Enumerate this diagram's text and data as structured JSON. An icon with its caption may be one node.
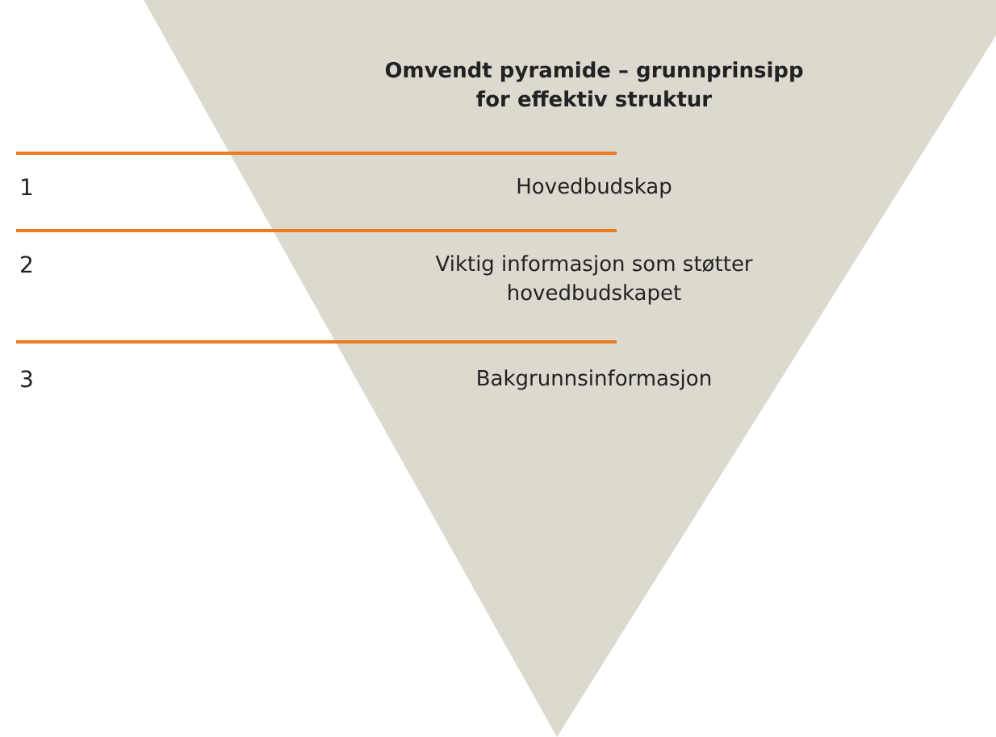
{
  "diagram": {
    "title": "Omvendt pyramide – grunnprinsipp for effektiv struktur",
    "labels": [
      "1",
      "Hovedbudskap",
      "2",
      "Viktig informasjon som støtter hovedbudskapet",
      "3",
      "Bakgrunnsinformasjon"
    ]
  }
}
